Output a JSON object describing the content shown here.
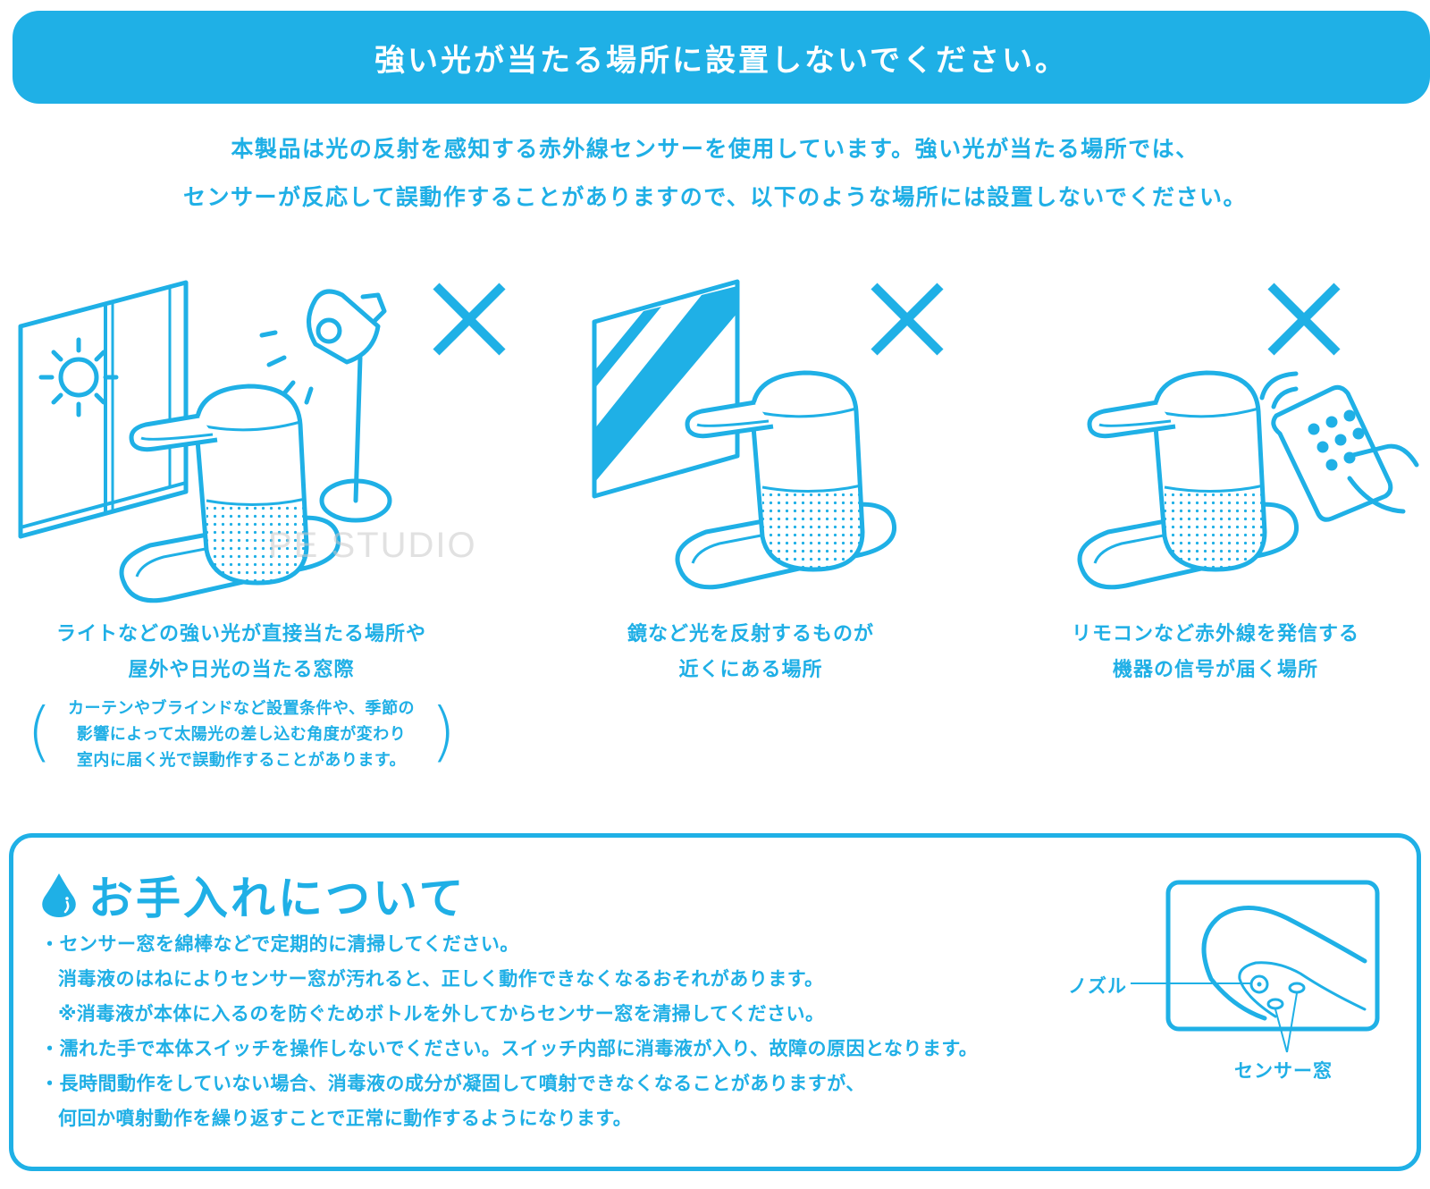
{
  "colors": {
    "accent": "#1fb0e6",
    "background": "#ffffff",
    "banner_text": "#ffffff"
  },
  "banner": {
    "title": "強い光が当たる場所に設置しないでください。"
  },
  "intro": {
    "lines": [
      "本製品は光の反射を感知する赤外線センサーを使用しています。強い光が当たる場所では、",
      "センサーが反応して誤動作することがありますので、以下のような場所には設置しないでください。"
    ]
  },
  "cases": [
    {
      "illustration": "dispenser-near-window-and-lamp",
      "mark": "cross-mark",
      "caption": [
        "ライトなどの強い光が直接当たる場所や",
        "屋外や日光の当たる窓際"
      ],
      "note": [
        "カーテンやブラインドなど設置条件や、季節の",
        "影響によって太陽光の差し込む角度が変わり",
        "室内に届く光で誤動作することがあります。"
      ]
    },
    {
      "illustration": "dispenser-near-mirror",
      "mark": "cross-mark",
      "caption": [
        "鏡など光を反射するものが",
        "近くにある場所"
      ]
    },
    {
      "illustration": "dispenser-near-remote-control",
      "mark": "cross-mark",
      "caption": [
        "リモコンなど赤外線を発信する",
        "機器の信号が届く場所"
      ]
    }
  ],
  "watermark": "PE STUDIO",
  "care": {
    "icon": "water-drop-icon",
    "title": "お手入れについて",
    "items": [
      {
        "text": "・センサー窓を綿棒などで定期的に清掃してください。",
        "indent": false
      },
      {
        "text": "消毒液のはねによりセンサー窓が汚れると、正しく動作できなくなるおそれがあります。",
        "indent": true
      },
      {
        "text": "※消毒液が本体に入るのを防ぐためボトルを外してからセンサー窓を清掃してください。",
        "indent": true
      },
      {
        "text": "・濡れた手で本体スイッチを操作しないでください。スイッチ内部に消毒液が入り、故障の原因となります。",
        "indent": false
      },
      {
        "text": "・長時間動作をしていない場合、消毒液の成分が凝固して噴射できなくなることがありますが、",
        "indent": false
      },
      {
        "text": "何回か噴射動作を繰り返すことで正常に動作するようになります。",
        "indent": true
      }
    ],
    "diagram": {
      "nozzle_label": "ノズル",
      "sensor_label": "センサー窓"
    }
  }
}
